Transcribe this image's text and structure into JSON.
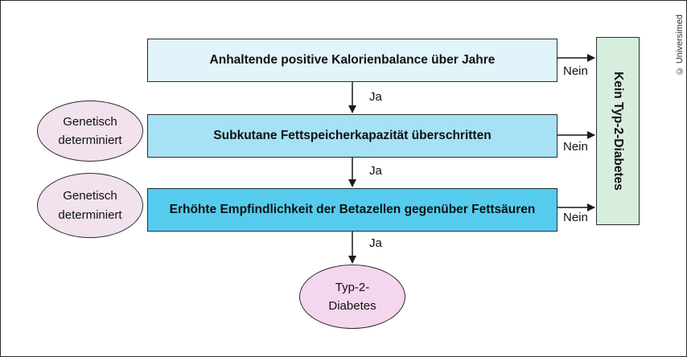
{
  "steps": [
    "Anhaltende positive Kalorienbalance über Jahre",
    "Subkutane Fettspeicherkapazität überschritten",
    "Erhöhte Empfindlichkeit der Betazellen gegenüber Fettsäuren"
  ],
  "yes_label": "Ja",
  "no_label": "Nein",
  "side_outcome": "Kein Typ-2-Diabetes",
  "genetic": {
    "line1": "Genetisch",
    "line2": "determiniert"
  },
  "final_outcome": {
    "line1": "Typ-2-",
    "line2": "Diabetes"
  },
  "copyright": "© Universimed",
  "colors": {
    "step1": "#e1f4fa",
    "step2": "#a6e1f5",
    "step3": "#55ccee",
    "side": "#d7eedf",
    "ellipse": "#f2e2ee",
    "final": "#f4d6ee"
  }
}
